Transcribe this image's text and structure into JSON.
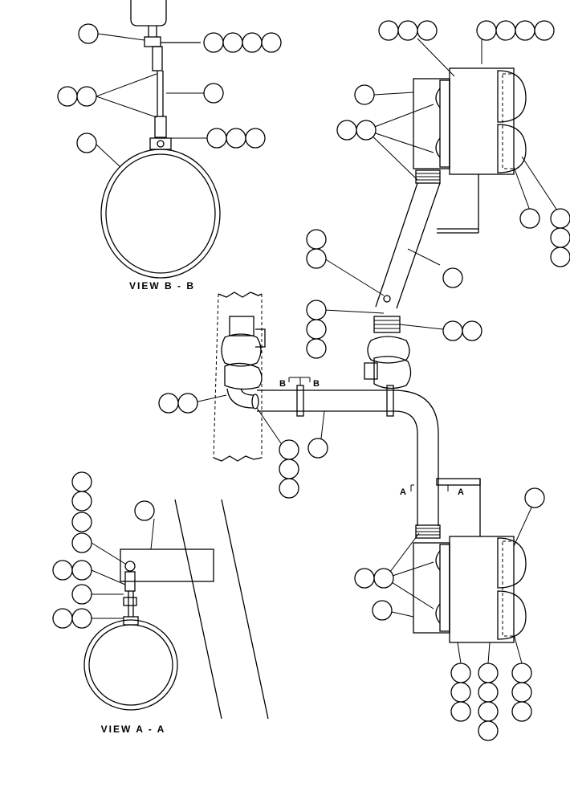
{
  "diagram": {
    "view_b_label": "VIEW B - B",
    "view_a_label": "VIEW A - A",
    "section_b_left": "B",
    "section_b_right": "B",
    "section_a_left": "A",
    "section_a_right": "A"
  }
}
